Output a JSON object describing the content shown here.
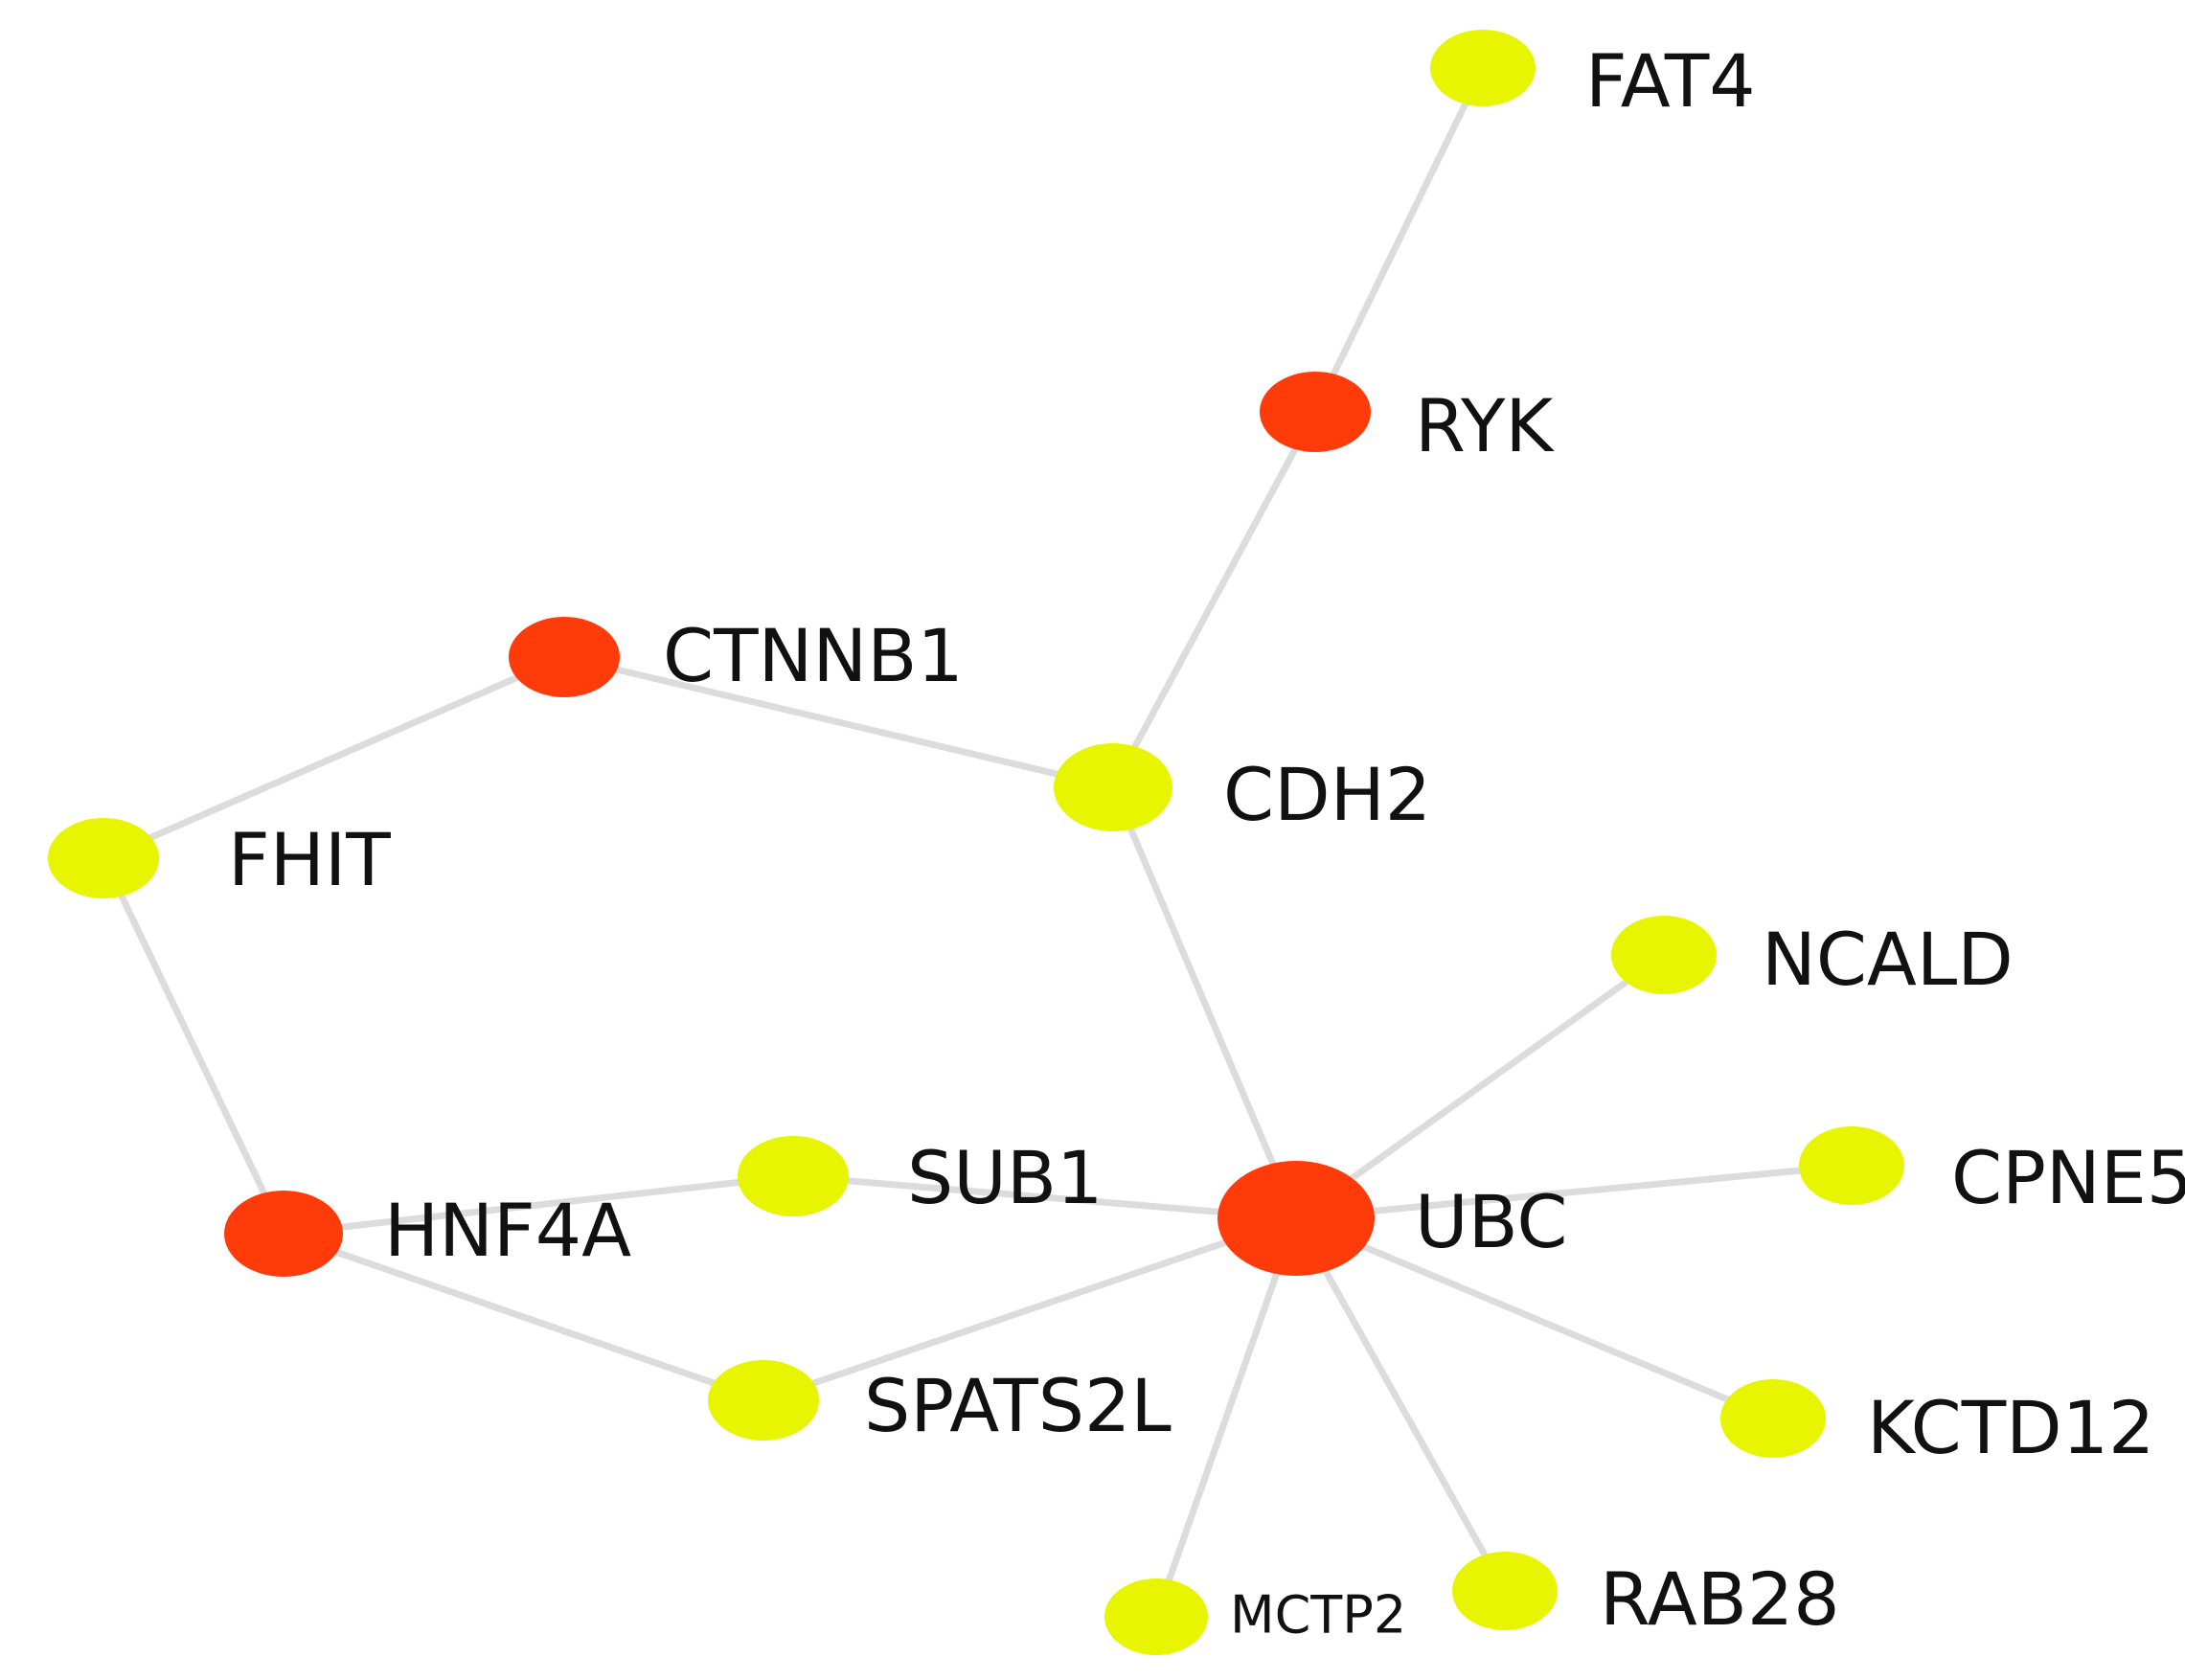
{
  "network": {
    "colors": {
      "hub": "#ff3b0a",
      "gene": "#e8f500",
      "edge": "#dcdcdc",
      "label": "#111111"
    },
    "nodes": [
      {
        "id": "FAT4",
        "label": "FAT4",
        "type": "gene"
      },
      {
        "id": "RYK",
        "label": "RYK",
        "type": "hub"
      },
      {
        "id": "CTNNB1",
        "label": "CTNNB1",
        "type": "hub"
      },
      {
        "id": "CDH2",
        "label": "CDH2",
        "type": "gene"
      },
      {
        "id": "FHIT",
        "label": "FHIT",
        "type": "gene"
      },
      {
        "id": "NCALD",
        "label": "NCALD",
        "type": "gene"
      },
      {
        "id": "SUB1",
        "label": "SUB1",
        "type": "gene"
      },
      {
        "id": "UBC",
        "label": "UBC",
        "type": "hub"
      },
      {
        "id": "CPNE5",
        "label": "CPNE5",
        "type": "gene"
      },
      {
        "id": "HNF4A",
        "label": "HNF4A",
        "type": "hub"
      },
      {
        "id": "SPATS2L",
        "label": "SPATS2L",
        "type": "gene"
      },
      {
        "id": "KCTD12",
        "label": "KCTD12",
        "type": "gene"
      },
      {
        "id": "RAB28",
        "label": "RAB28",
        "type": "gene"
      },
      {
        "id": "MCTP2",
        "label": "MCTP2",
        "type": "gene"
      }
    ],
    "edges": [
      [
        "FAT4",
        "RYK"
      ],
      [
        "RYK",
        "CDH2"
      ],
      [
        "CTNNB1",
        "CDH2"
      ],
      [
        "CTNNB1",
        "FHIT"
      ],
      [
        "FHIT",
        "HNF4A"
      ],
      [
        "CDH2",
        "UBC"
      ],
      [
        "HNF4A",
        "SUB1"
      ],
      [
        "SUB1",
        "UBC"
      ],
      [
        "HNF4A",
        "SPATS2L"
      ],
      [
        "SPATS2L",
        "UBC"
      ],
      [
        "UBC",
        "NCALD"
      ],
      [
        "UBC",
        "CPNE5"
      ],
      [
        "UBC",
        "KCTD12"
      ],
      [
        "UBC",
        "RAB28"
      ],
      [
        "UBC",
        "MCTP2"
      ]
    ]
  }
}
